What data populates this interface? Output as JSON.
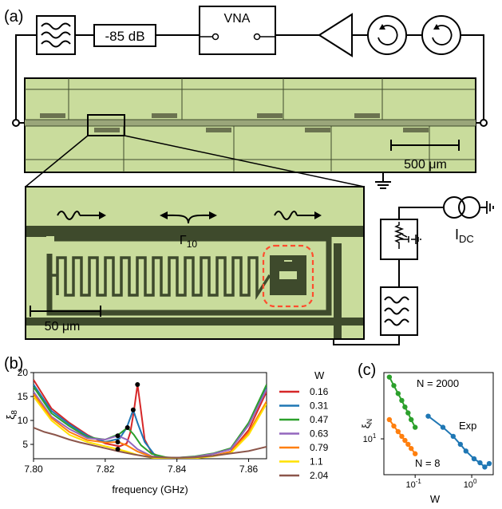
{
  "panels": {
    "a": "(a)",
    "b": "(b)",
    "c": "(c)"
  },
  "circuit": {
    "attenuator": "-85 dB",
    "vna": "VNA",
    "dc_source_label_main": "I",
    "dc_source_label_sub": "DC"
  },
  "micrograph": {
    "scale_top": "500 μm",
    "scale_zoom": "50 μm",
    "gamma_main": "Γ",
    "gamma_sub": "10"
  },
  "colors": {
    "chip": "#c9dc9c",
    "metal_gap": "#3e4a2c",
    "highlight": "#ff4d2e"
  },
  "chart_data": [
    {
      "type": "line",
      "xlabel": "frequency (GHz)",
      "ylabel_main": "ξ",
      "ylabel_sub": "8",
      "xlim": [
        7.8,
        7.865
      ],
      "ylim": [
        2,
        20
      ],
      "xticks": [
        "7.80",
        "7.82",
        "7.84",
        "7.86"
      ],
      "yticks": [
        "5",
        "10",
        "15",
        "20"
      ],
      "legend_title": "W",
      "legend_position": "right",
      "series": [
        {
          "name": "0.16",
          "color": "#d62728",
          "points": [
            [
              7.8,
              18.5
            ],
            [
              7.805,
              12.5
            ],
            [
              7.81,
              9.5
            ],
            [
              7.815,
              7.0
            ],
            [
              7.82,
              5.2
            ],
            [
              7.824,
              4.6
            ],
            [
              7.826,
              5.2
            ],
            [
              7.827,
              7.5
            ],
            [
              7.828,
              12.0
            ],
            [
              7.829,
              17.5
            ],
            [
              7.8298,
              13.0
            ],
            [
              7.831,
              6.0
            ],
            [
              7.833,
              3.2
            ],
            [
              7.836,
              2.2
            ],
            [
              7.84,
              2.1
            ],
            [
              7.845,
              2.2
            ],
            [
              7.85,
              2.6
            ],
            [
              7.855,
              3.5
            ],
            [
              7.86,
              8.0
            ],
            [
              7.865,
              16.0
            ]
          ]
        },
        {
          "name": "0.31",
          "color": "#1f77b4",
          "points": [
            [
              7.8,
              17.5
            ],
            [
              7.805,
              12.0
            ],
            [
              7.81,
              9.2
            ],
            [
              7.815,
              6.8
            ],
            [
              7.82,
              5.5
            ],
            [
              7.824,
              6.2
            ],
            [
              7.826,
              8.5
            ],
            [
              7.8278,
              12.2
            ],
            [
              7.829,
              9.5
            ],
            [
              7.831,
              5.5
            ],
            [
              7.834,
              2.6
            ],
            [
              7.838,
              2.2
            ],
            [
              7.84,
              2.2
            ],
            [
              7.845,
              2.4
            ],
            [
              7.85,
              3.0
            ],
            [
              7.855,
              4.0
            ],
            [
              7.86,
              9.0
            ],
            [
              7.865,
              17.0
            ]
          ]
        },
        {
          "name": "0.47",
          "color": "#2ca02c",
          "points": [
            [
              7.8,
              17.0
            ],
            [
              7.805,
              11.5
            ],
            [
              7.81,
              8.8
            ],
            [
              7.815,
              6.5
            ],
            [
              7.82,
              6.0
            ],
            [
              7.824,
              7.2
            ],
            [
              7.8262,
              8.5
            ],
            [
              7.828,
              7.0
            ],
            [
              7.83,
              4.8
            ],
            [
              7.833,
              3.0
            ],
            [
              7.837,
              2.3
            ],
            [
              7.84,
              2.2
            ],
            [
              7.845,
              2.5
            ],
            [
              7.85,
              3.1
            ],
            [
              7.855,
              4.2
            ],
            [
              7.86,
              9.5
            ],
            [
              7.865,
              17.5
            ]
          ]
        },
        {
          "name": "0.63",
          "color": "#9467bd",
          "points": [
            [
              7.8,
              16.0
            ],
            [
              7.805,
              10.8
            ],
            [
              7.81,
              8.2
            ],
            [
              7.815,
              6.3
            ],
            [
              7.82,
              6.0
            ],
            [
              7.8235,
              6.8
            ],
            [
              7.826,
              6.0
            ],
            [
              7.829,
              4.0
            ],
            [
              7.833,
              2.5
            ],
            [
              7.837,
              2.2
            ],
            [
              7.84,
              2.2
            ],
            [
              7.845,
              2.4
            ],
            [
              7.85,
              3.0
            ],
            [
              7.855,
              4.0
            ],
            [
              7.86,
              9.0
            ],
            [
              7.865,
              16.5
            ]
          ]
        },
        {
          "name": "0.79",
          "color": "#ff7f0e",
          "points": [
            [
              7.8,
              15.5
            ],
            [
              7.805,
              10.5
            ],
            [
              7.81,
              7.6
            ],
            [
              7.815,
              5.9
            ],
            [
              7.82,
              5.4
            ],
            [
              7.8235,
              5.5
            ],
            [
              7.826,
              4.8
            ],
            [
              7.829,
              3.5
            ],
            [
              7.833,
              2.4
            ],
            [
              7.837,
              2.1
            ],
            [
              7.84,
              2.1
            ],
            [
              7.845,
              2.2
            ],
            [
              7.85,
              2.6
            ],
            [
              7.855,
              3.4
            ],
            [
              7.86,
              7.5
            ],
            [
              7.865,
              14.0
            ]
          ]
        },
        {
          "name": "1.1",
          "color": "#ffe100",
          "points": [
            [
              7.8,
              15.0
            ],
            [
              7.805,
              10.0
            ],
            [
              7.81,
              7.0
            ],
            [
              7.815,
              5.5
            ],
            [
              7.82,
              4.6
            ],
            [
              7.8235,
              4.0
            ],
            [
              7.826,
              3.5
            ],
            [
              7.829,
              2.8
            ],
            [
              7.833,
              2.2
            ],
            [
              7.837,
              2.0
            ],
            [
              7.84,
              2.0
            ],
            [
              7.845,
              2.1
            ],
            [
              7.85,
              2.5
            ],
            [
              7.855,
              3.2
            ],
            [
              7.86,
              7.0
            ],
            [
              7.865,
              13.5
            ]
          ]
        },
        {
          "name": "2.04",
          "color": "#8c564b",
          "points": [
            [
              7.8,
              8.5
            ],
            [
              7.803,
              7.6
            ],
            [
              7.806,
              7.0
            ],
            [
              7.81,
              6.0
            ],
            [
              7.813,
              5.4
            ],
            [
              7.816,
              4.9
            ],
            [
              7.82,
              4.2
            ],
            [
              7.824,
              3.5
            ],
            [
              7.828,
              2.9
            ],
            [
              7.832,
              2.4
            ],
            [
              7.836,
              2.3
            ],
            [
              7.84,
              2.2
            ],
            [
              7.845,
              2.3
            ],
            [
              7.85,
              2.6
            ],
            [
              7.855,
              3.1
            ],
            [
              7.86,
              3.6
            ],
            [
              7.865,
              4.5
            ]
          ]
        }
      ],
      "peak_markers": [
        [
          7.829,
          17.5
        ],
        [
          7.8278,
          12.2
        ],
        [
          7.8262,
          8.5
        ],
        [
          7.8235,
          6.8
        ],
        [
          7.8235,
          5.5
        ],
        [
          7.8235,
          4.0
        ]
      ]
    },
    {
      "type": "scatter",
      "xlabel": "W",
      "ylabel_main": "ξ",
      "ylabel_sub": "N",
      "log_x": true,
      "log_y": true,
      "xlim": [
        0.028,
        2.4
      ],
      "ylim": [
        5.0,
        36
      ],
      "xticks": [
        {
          "value": 0.1,
          "base": "10",
          "exp": "-1"
        },
        {
          "value": 1,
          "base": "10",
          "exp": "0"
        }
      ],
      "yticks": [
        {
          "value": 10,
          "base": "10",
          "exp": "1"
        }
      ],
      "series": [
        {
          "name": "N = 2000",
          "color": "#2ca02c",
          "points": [
            [
              0.035,
              33
            ],
            [
              0.042,
              28
            ],
            [
              0.05,
              24
            ],
            [
              0.058,
              21
            ],
            [
              0.066,
              18.5
            ],
            [
              0.075,
              16.5
            ],
            [
              0.085,
              14.5
            ],
            [
              0.1,
              12.5
            ]
          ]
        },
        {
          "name": "N = 8",
          "color": "#ff7f0e",
          "points": [
            [
              0.035,
              14.5
            ],
            [
              0.042,
              12.8
            ],
            [
              0.05,
              11.5
            ],
            [
              0.058,
              10.5
            ],
            [
              0.066,
              9.7
            ],
            [
              0.075,
              9.0
            ],
            [
              0.085,
              8.3
            ],
            [
              0.1,
              7.5
            ]
          ]
        },
        {
          "name": "Exp",
          "color": "#1f77b4",
          "points": [
            [
              0.17,
              15.5
            ],
            [
              0.31,
              12.5
            ],
            [
              0.47,
              10.5
            ],
            [
              0.63,
              9.0
            ],
            [
              0.79,
              7.9
            ],
            [
              1.1,
              6.8
            ],
            [
              1.4,
              6.3
            ],
            [
              1.7,
              5.8
            ],
            [
              2.04,
              6.2
            ]
          ]
        }
      ]
    }
  ]
}
